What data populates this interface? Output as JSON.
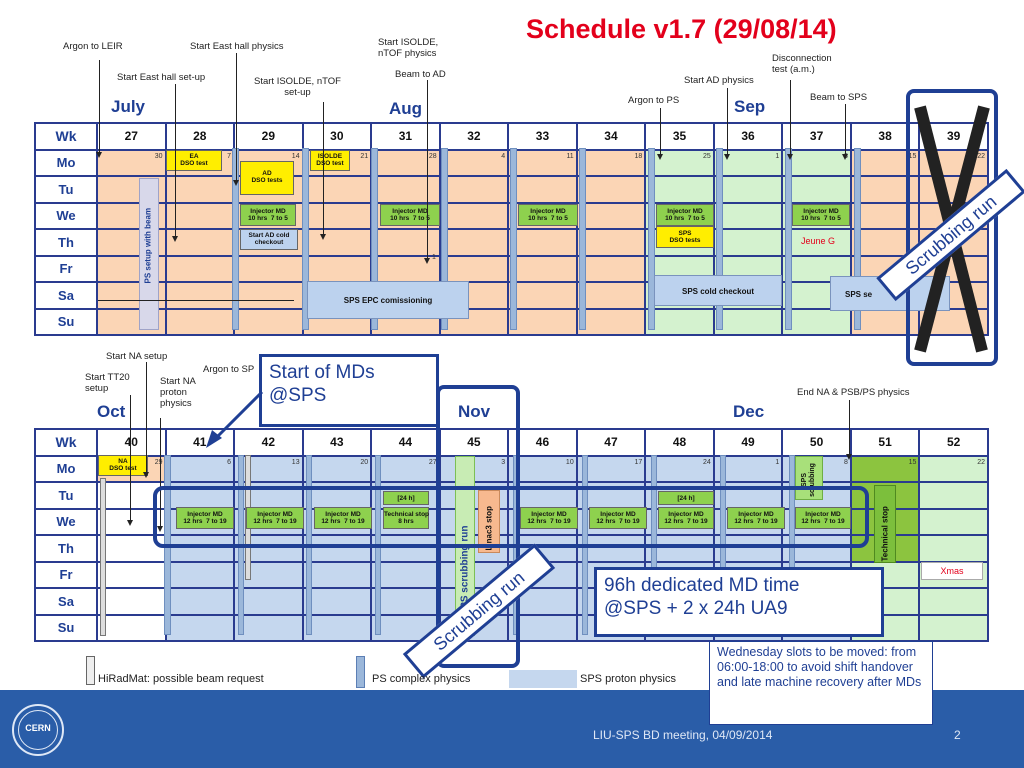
{
  "title": "Schedule v1.7 (29/08/14)",
  "top_annotations": {
    "argon_leir": "Argon to LEIR",
    "start_east_physics": "Start East hall physics",
    "start_east_setup": "Start East hall set-up",
    "start_isolde_ntof_physics": "Start ISOLDE,\nnTOF physics",
    "start_isolde_ntof_setup": "Start ISOLDE, nTOF\nset-up",
    "beam_to_ad": "Beam to AD",
    "start_ad_physics": "Start AD physics",
    "argon_to_ps": "Argon to PS",
    "disconnection": "Disconnection\ntest (a.m.)",
    "beam_to_sps": "Beam to SPS"
  },
  "months_top": {
    "july": "July",
    "aug": "Aug",
    "sep": "Sep"
  },
  "weeks_top": [
    "27",
    "28",
    "29",
    "30",
    "31",
    "32",
    "33",
    "34",
    "35",
    "36",
    "37",
    "38",
    "39"
  ],
  "dates_top": [
    "30",
    "7",
    "14",
    "21",
    "28",
    "4",
    "11",
    "18",
    "25",
    "1",
    "8",
    "15",
    "22"
  ],
  "day_labels": [
    "Wk",
    "Mo",
    "Tu",
    "We",
    "Th",
    "Fr",
    "Sa",
    "Su"
  ],
  "top_boxes": {
    "ea": "EA\nDSO test",
    "ad": "AD\nDSO tests",
    "isolde": "ISOLDE\nDSO test",
    "injector": "Injector MD\n10 hrs  7 to 5",
    "ad_cold": "Start AD cold\ncheckout",
    "sps_dso": "SPS\nDSO tests",
    "jeune": "Jeune G",
    "ps_setup": "PS setup with beam",
    "sps_epc": "SPS EPC comissioning",
    "sps_cold": "SPS cold checkout",
    "sps_se": "SPS  se",
    "one": "1"
  },
  "scrubbing_top": "Scrubbing run",
  "bottom_annotations": {
    "start_na_setup": "Start NA setup",
    "start_tt20": "Start TT20\nsetup",
    "start_na_proton": "Start NA\nproton\nphysics",
    "argon_sps": "Argon to SP",
    "end_na": "End NA & PSB/PS physics"
  },
  "months_bottom": {
    "oct": "Oct",
    "nov": "Nov",
    "dec": "Dec"
  },
  "weeks_bottom": [
    "40",
    "41",
    "42",
    "43",
    "44",
    "45",
    "46",
    "47",
    "48",
    "49",
    "50",
    "51",
    "52"
  ],
  "dates_bottom": [
    "29",
    "6",
    "13",
    "20",
    "27",
    "3",
    "10",
    "17",
    "24",
    "1",
    "8",
    "15",
    "22"
  ],
  "bottom_boxes": {
    "na_dso": "NA\nDSO test",
    "injector12": "Injector MD\n12 hrs  7 to 19",
    "tech_stop_44": "Technical stop\n8 hrs",
    "ua9_44": "[24 h]",
    "ua9_48": "[24 h]",
    "linac3": "Linac3 stop",
    "sps_scrubbing_vert": "SPS scrubbing run",
    "sps_scrubbing_50": "SPS\nscrubbing",
    "technical_stop": "Technical stop",
    "xmas": "Xmas"
  },
  "callouts": {
    "start_mds": "Start of MDs\n@SPS",
    "md_time": "96h dedicated MD time\n@SPS + 2 x 24h UA9",
    "scrubbing_bottom": "Scrubbing run"
  },
  "legend": {
    "hiradmat": "HiRadMat: possible beam request",
    "ps_complex": "PS complex physics",
    "sps_proton": "SPS proton physics"
  },
  "note": "Wednesday slots to be moved: from 06:00-18:00 to avoid shift handover and late machine recovery after MDs",
  "footer": {
    "logo": "CERN",
    "meeting": "LIU-SPS BD  meeting, 04/09/2014",
    "page": "2"
  }
}
